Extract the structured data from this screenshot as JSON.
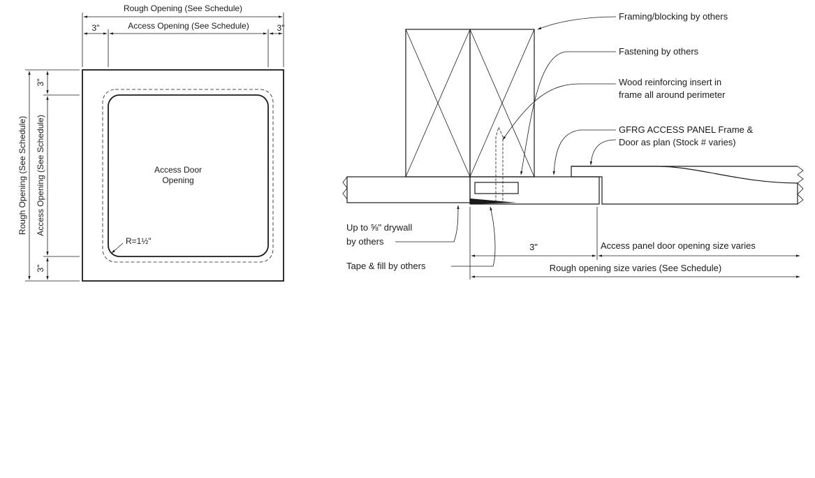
{
  "plan": {
    "rough_opening": "Rough Opening (See Schedule)",
    "access_opening": "Access Opening (See Schedule)",
    "dim_left": "3\"",
    "dim_right": "3\"",
    "dim_top_side": "3\"",
    "dim_bottom_side": "3\"",
    "rough_opening_vertical": "Rough Opening (See Schedule)",
    "access_opening_vertical": "Access Opening (See Schedule)",
    "center_label_line1": "Access Door",
    "center_label_line2": "Opening",
    "radius_label": "R=1½\""
  },
  "section": {
    "framing": "Framing/blocking by others",
    "fastening": "Fastening by others",
    "wood_insert_line1": "Wood reinforcing insert in",
    "wood_insert_line2": "frame all around perimeter",
    "gfrg_line1": "GFRG ACCESS PANEL Frame &",
    "gfrg_line2": "Door as plan (Stock # varies)",
    "drywall_line1": "Up to ⅝\" drywall",
    "drywall_line2": "by others",
    "tape": "Tape & fill by others",
    "dim_3": "3\"",
    "door_opening": "Access panel door opening size varies",
    "rough_size": "Rough opening size varies (See Schedule)"
  }
}
